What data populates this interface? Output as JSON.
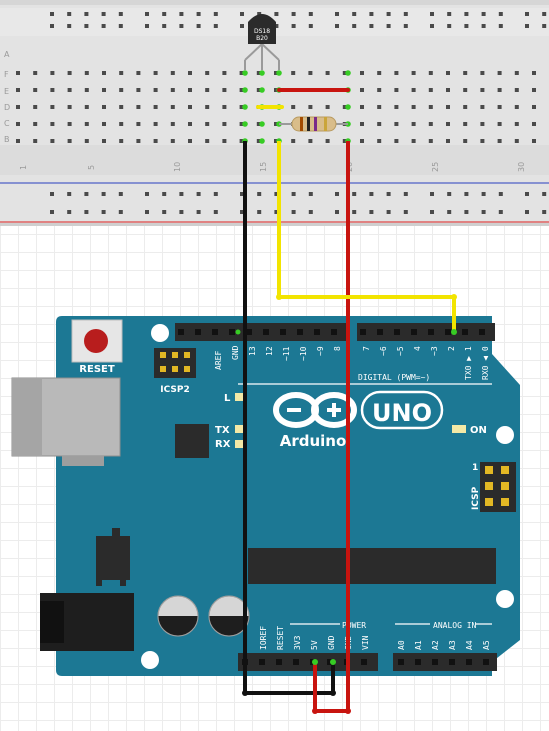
{
  "breadboard": {
    "row_letters": [
      "F",
      "E",
      "D",
      "C",
      "B",
      "A"
    ],
    "column_numbers": [
      "1",
      "5",
      "10",
      "15",
      "20",
      "25",
      "30"
    ]
  },
  "sensor": {
    "line1": "DS18",
    "line2": "B20"
  },
  "arduino": {
    "reset_label": "RESET",
    "icsp2_label": "ICSP2",
    "top_header_labels": [
      "AREF",
      "GND",
      "13",
      "12",
      "~11",
      "~10",
      "~9",
      "8",
      "7",
      "~6",
      "~5",
      "4",
      "~3",
      "2",
      "TX0 ▶ 1",
      "RX0 ◀ 0"
    ],
    "digital_label": "DIGITAL (PWM=~)",
    "led_l": "L",
    "led_tx": "TX",
    "led_rx": "RX",
    "logo_text": "Arduino",
    "uno_text": "UNO",
    "on_label": "ON",
    "icsp_label": "ICSP",
    "icsp_pin1": "1",
    "power_label": "POWER",
    "analog_label": "ANALOG IN",
    "power_pins": [
      "IOREF",
      "RESET",
      "3V3",
      "5V",
      "GND",
      "GND",
      "VIN"
    ],
    "analog_pins": [
      "A0",
      "A1",
      "A2",
      "A3",
      "A4",
      "A5"
    ]
  },
  "colors": {
    "board": "#1c7894",
    "breadboard": "#e3e3e3",
    "wire_black": "#111111",
    "wire_red": "#c8140f",
    "wire_yellow": "#f2e400",
    "highlight_green": "#37cc24"
  }
}
